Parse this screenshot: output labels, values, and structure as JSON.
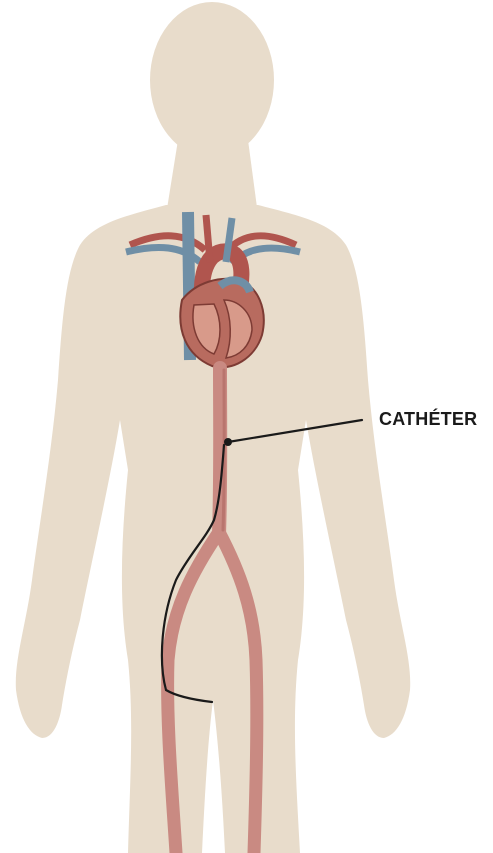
{
  "callout": {
    "label": "CATHÉTER"
  },
  "colors": {
    "background": "#ffffff",
    "silhouette": "#e8dccb",
    "artery": "#c98a82",
    "artery_dark": "#a9605a",
    "vein": "#6f8fa6",
    "heart": "#b86b5f",
    "heart_inner": "#d89a8a",
    "catheter": "#1a1a1a"
  },
  "icons": {
    "body": "human-silhouette",
    "heart": "heart-anatomy"
  }
}
